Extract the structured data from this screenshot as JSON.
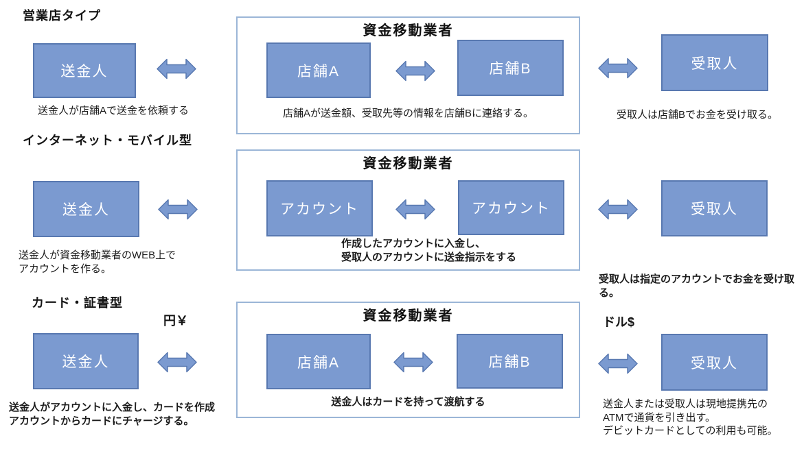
{
  "palette": {
    "box_fill": "#7b9ad0",
    "box_border": "#5878b0",
    "container_border": "#9bb6d7",
    "text_color": "#1c1c1c",
    "box_text_color": "#ffffff"
  },
  "rows": [
    {
      "section_title": "営業店タイプ",
      "sender": {
        "label": "送金人",
        "caption": "送金人が店舗Aで送金を依頼する"
      },
      "provider": {
        "title": "資金移動業者",
        "left_box": "店舗A",
        "right_box": "店舗B",
        "caption": "店舗Aが送金額、受取先等の情報を店舗Bに連絡する。"
      },
      "receiver": {
        "label": "受取人",
        "caption": "受取人は店舗Bでお金を受け取る。"
      }
    },
    {
      "section_title": "インターネット・モバイル型",
      "sender": {
        "label": "送金人",
        "caption": "送金人が資金移動業者のWEB上で\nアカウントを作る。"
      },
      "provider": {
        "title": "資金移動業者",
        "left_box": "アカウント",
        "right_box": "アカウント",
        "caption": "作成したアカウントに入金し、\n受取人のアカウントに送金指示をする"
      },
      "receiver": {
        "label": "受取人",
        "caption": "受取人は指定のアカウントでお金を受け取る。"
      }
    },
    {
      "section_title": "カード・証書型",
      "currency_left": "円￥",
      "currency_right": "ドル$",
      "sender": {
        "label": "送金人",
        "caption": "送金人がアカウントに入金し、カードを作成\nアカウントからカードにチャージする。"
      },
      "provider": {
        "title": "資金移動業者",
        "left_box": "店舗A",
        "right_box": "店舗B",
        "caption": "送金人はカードを持って渡航する"
      },
      "receiver": {
        "label": "受取人",
        "caption": "送金人または受取人は現地提携先の\nATMで通貨を引き出す。\nデビットカードとしての利用も可能。"
      }
    }
  ]
}
